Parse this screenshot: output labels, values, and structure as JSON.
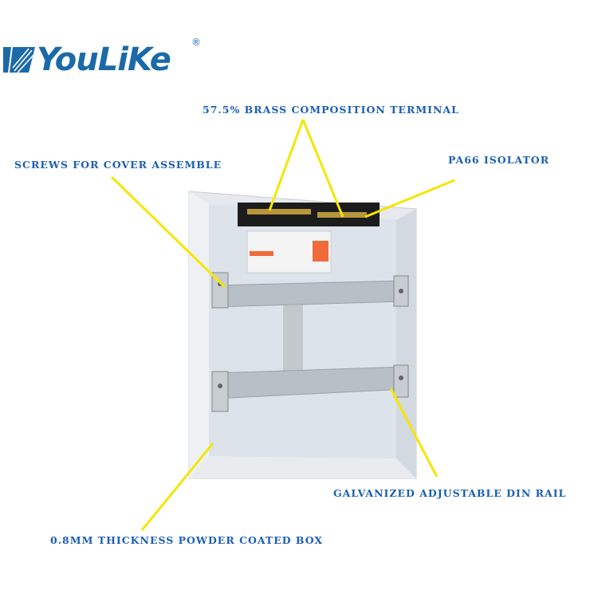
{
  "brand": {
    "name": "YouLiKe",
    "registered_mark": "®"
  },
  "annotations": {
    "terminal": "57.5% brass composition terminal",
    "screws": "screws for cover assemble",
    "isolator": "PA66 isolator",
    "din_rail": "galvanized adjustable din rail",
    "box": "0.8mm thickness powder coated box"
  },
  "colors": {
    "brand": "#1b6aa8",
    "label": "#1c5eb4",
    "leader": "#f5e600"
  }
}
